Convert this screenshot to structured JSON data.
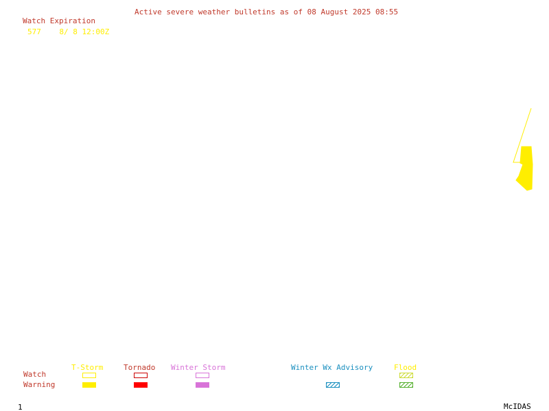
{
  "title": "Active severe weather bulletins as of 08 August 2025 08:55",
  "watch_list": {
    "heading": "Watch Expiration",
    "entries": [
      {
        "number": "577",
        "expiration": "8/ 8 12:00Z"
      }
    ]
  },
  "legend": {
    "categories": [
      {
        "label": "T-Storm",
        "color": "#ffee00",
        "watch_style": "outline",
        "warning_style": "solid"
      },
      {
        "label": "Tornado",
        "color": "#ff0000",
        "watch_style": "outline",
        "warning_style": "solid"
      },
      {
        "label": "Winter Storm",
        "color": "#d873d8",
        "watch_style": "outline",
        "warning_style": "solid"
      },
      {
        "label": "Winter Wx Advisory",
        "color": "#1a8fbf",
        "watch_style": "none",
        "warning_style": "hatched"
      },
      {
        "label": "Flood",
        "color": "#cddc39",
        "watch_style": "hatched",
        "warning_style": "hatched"
      }
    ],
    "rows": {
      "watch": "Watch",
      "warning": "Warning"
    }
  },
  "colors": {
    "text_red": "#c0392b",
    "watch_yellow": "#ffee00",
    "background": "#ffffff"
  },
  "footer": {
    "page_number": "1",
    "brand": "McIDAS"
  }
}
